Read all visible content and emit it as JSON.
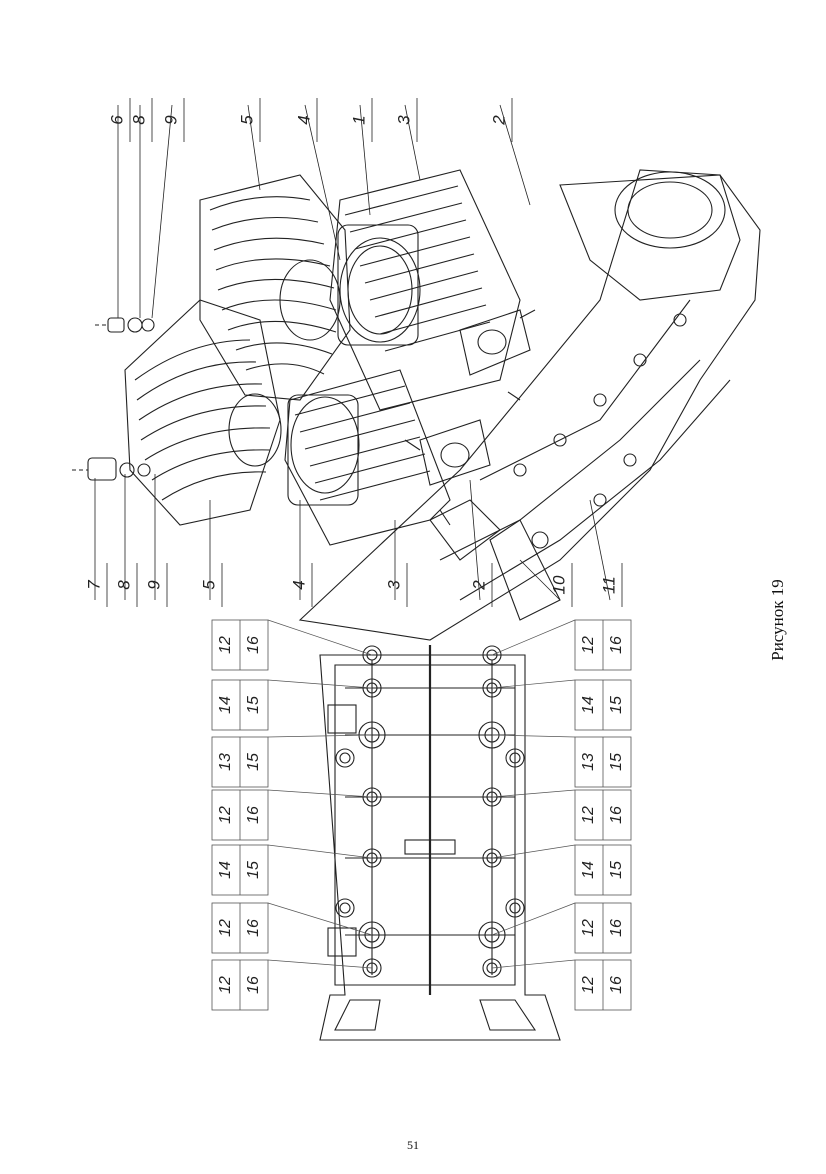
{
  "figure": {
    "caption": "Рисунок 19",
    "page_number": "51"
  },
  "callouts": {
    "top_leaders": [
      "7",
      "8",
      "9",
      "5",
      "4",
      "3",
      "2",
      "10",
      "11",
      "6",
      "8",
      "9",
      "5",
      "4",
      "1",
      "3",
      "2"
    ],
    "table_left": [
      {
        "upper": "12",
        "lower": "16"
      },
      {
        "upper": "12",
        "lower": "16"
      },
      {
        "upper": "14",
        "lower": "15"
      },
      {
        "upper": "12",
        "lower": "16"
      },
      {
        "upper": "13",
        "lower": "15"
      },
      {
        "upper": "14",
        "lower": "15"
      },
      {
        "upper": "12",
        "lower": "16"
      }
    ],
    "table_right": [
      {
        "upper": "12",
        "lower": "16"
      },
      {
        "upper": "12",
        "lower": "16"
      },
      {
        "upper": "14",
        "lower": "15"
      },
      {
        "upper": "12",
        "lower": "16"
      },
      {
        "upper": "13",
        "lower": "15"
      },
      {
        "upper": "14",
        "lower": "15"
      },
      {
        "upper": "12",
        "lower": "16"
      }
    ]
  }
}
